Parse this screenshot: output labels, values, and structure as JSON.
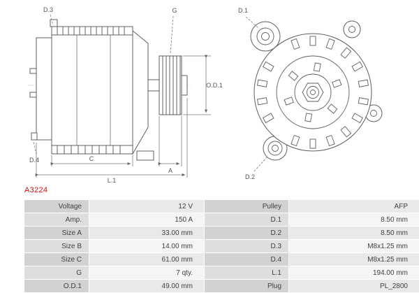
{
  "part_number": "A3224",
  "colors": {
    "part_number_red": "#cc1111",
    "table_label_bg": "#d2d2d2",
    "table_value_bg": "#e9e9e9",
    "line_gray": "#5f5f5f"
  },
  "diagram": {
    "side": {
      "d3": "D.3",
      "g": "G",
      "od1": "O.D.1",
      "d4": "D.4",
      "c": "C",
      "a": "A",
      "l1": "L.1"
    },
    "rear": {
      "d1": "D.1",
      "d2": "D.2"
    }
  },
  "table": {
    "left": [
      {
        "label": "Voltage",
        "value": "12 V"
      },
      {
        "label": "Amp.",
        "value": "150 A"
      },
      {
        "label": "Size A",
        "value": "33.00 mm"
      },
      {
        "label": "Size B",
        "value": "14.00 mm"
      },
      {
        "label": "Size C",
        "value": "61.00 mm"
      },
      {
        "label": "G",
        "value": "7 qty."
      },
      {
        "label": "O.D.1",
        "value": "49.00 mm"
      }
    ],
    "right": [
      {
        "label": "Pulley",
        "value": "AFP"
      },
      {
        "label": "D.1",
        "value": "8.50 mm"
      },
      {
        "label": "D.2",
        "value": "8.50 mm"
      },
      {
        "label": "D.3",
        "value": "M8x1.25 mm"
      },
      {
        "label": "D.4",
        "value": "M8x1.25 mm"
      },
      {
        "label": "L.1",
        "value": "194.00 mm"
      },
      {
        "label": "Plug",
        "value": "PL_2800"
      }
    ]
  }
}
